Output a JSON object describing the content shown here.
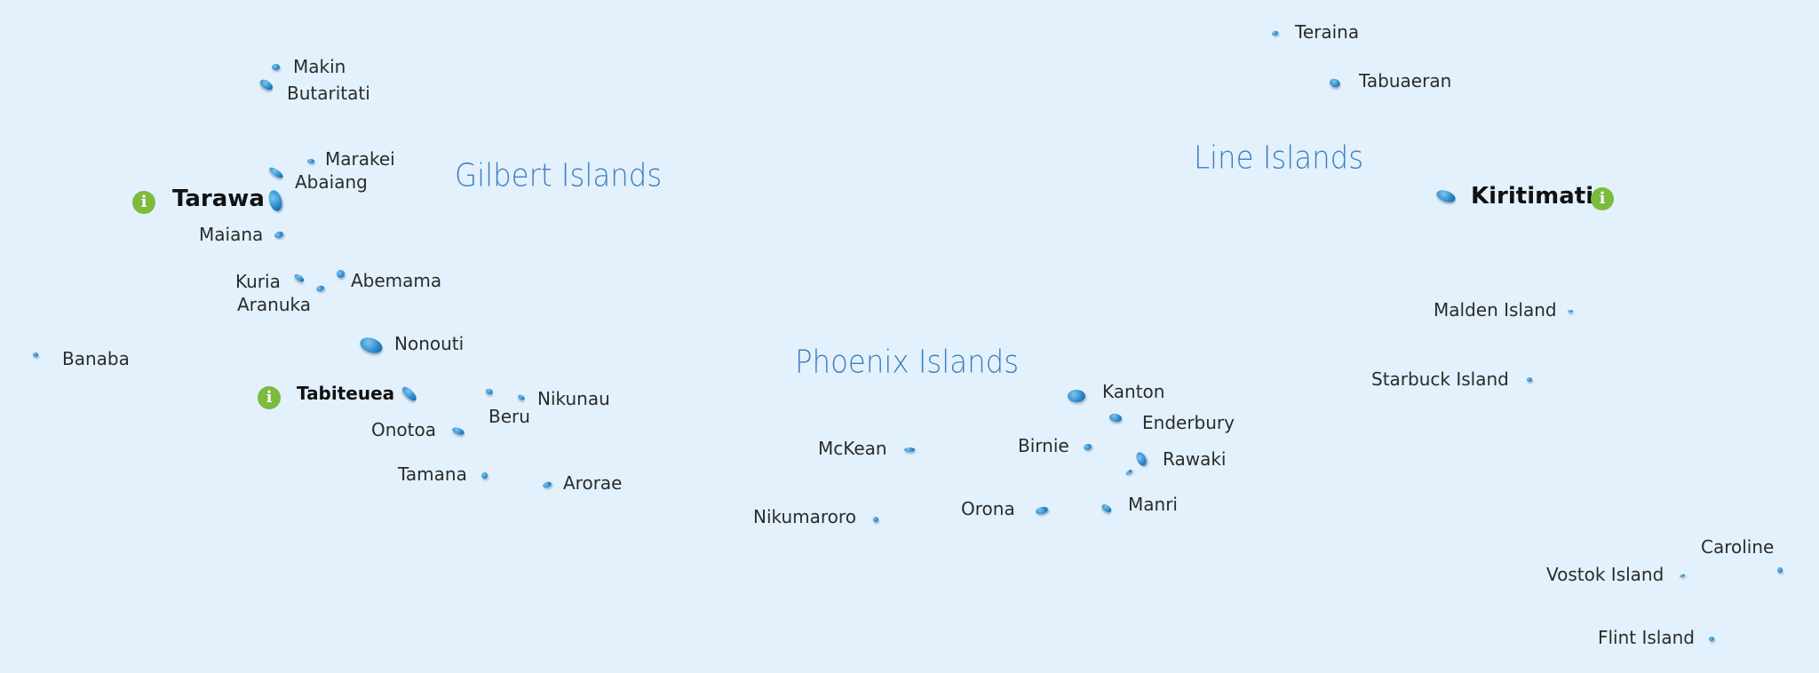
{
  "regions": [
    {
      "name": "Gilbert Islands"
    },
    {
      "name": "Phoenix Islands"
    },
    {
      "name": "Line Islands"
    }
  ],
  "islands": [
    {
      "name": "Makin"
    },
    {
      "name": "Butaritati"
    },
    {
      "name": "Marakei"
    },
    {
      "name": "Abaiang"
    },
    {
      "name": "Tarawa",
      "info": true
    },
    {
      "name": "Maiana"
    },
    {
      "name": "Kuria"
    },
    {
      "name": "Abemama"
    },
    {
      "name": "Aranuka"
    },
    {
      "name": "Nonouti"
    },
    {
      "name": "Banaba"
    },
    {
      "name": "Tabiteuea",
      "info": true
    },
    {
      "name": "Nikunau"
    },
    {
      "name": "Beru"
    },
    {
      "name": "Onotoa"
    },
    {
      "name": "Tamana"
    },
    {
      "name": "Arorae"
    },
    {
      "name": "Teraina"
    },
    {
      "name": "Tabuaeran"
    },
    {
      "name": "Kiritimati",
      "info": true
    },
    {
      "name": "Malden Island"
    },
    {
      "name": "Starbuck Island"
    },
    {
      "name": "Kanton"
    },
    {
      "name": "Enderbury"
    },
    {
      "name": "Birnie"
    },
    {
      "name": "Rawaki"
    },
    {
      "name": "McKean"
    },
    {
      "name": "Manri"
    },
    {
      "name": "Orona"
    },
    {
      "name": "Nikumaroro"
    },
    {
      "name": "Caroline"
    },
    {
      "name": "Vostok Island"
    },
    {
      "name": "Flint Island"
    }
  ],
  "info_icon": {
    "glyph": "i",
    "color": "#7cbb3e"
  },
  "colors": {
    "ocean": "#e3f1fc",
    "island": "#2a86c7",
    "region_label": "#3d7fc0"
  }
}
